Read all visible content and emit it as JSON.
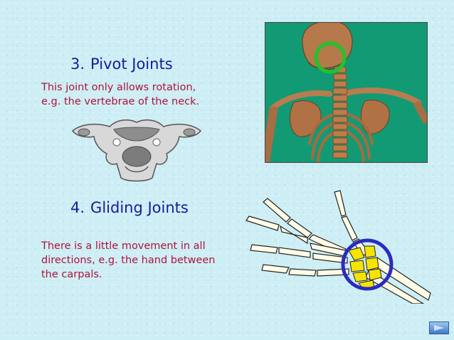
{
  "section3": {
    "number": "3.",
    "title": "Pivot Joints",
    "description": "This joint only allows rotation,\ne.g. the vertebrae of the neck."
  },
  "section4": {
    "number": "4.",
    "title": "Gliding Joints",
    "description": "There is a little movement in all\ndirections, e.g. the hand between\nthe carpals."
  },
  "colors": {
    "heading": "#1a1a9e",
    "body_text": "#b0123c",
    "neck_background": "#129a74",
    "pivot_highlight": "#22c22a",
    "gliding_highlight": "#2b2bbf",
    "carpals": "#f5e400"
  },
  "icons": {
    "nav": "next-slide-icon"
  }
}
